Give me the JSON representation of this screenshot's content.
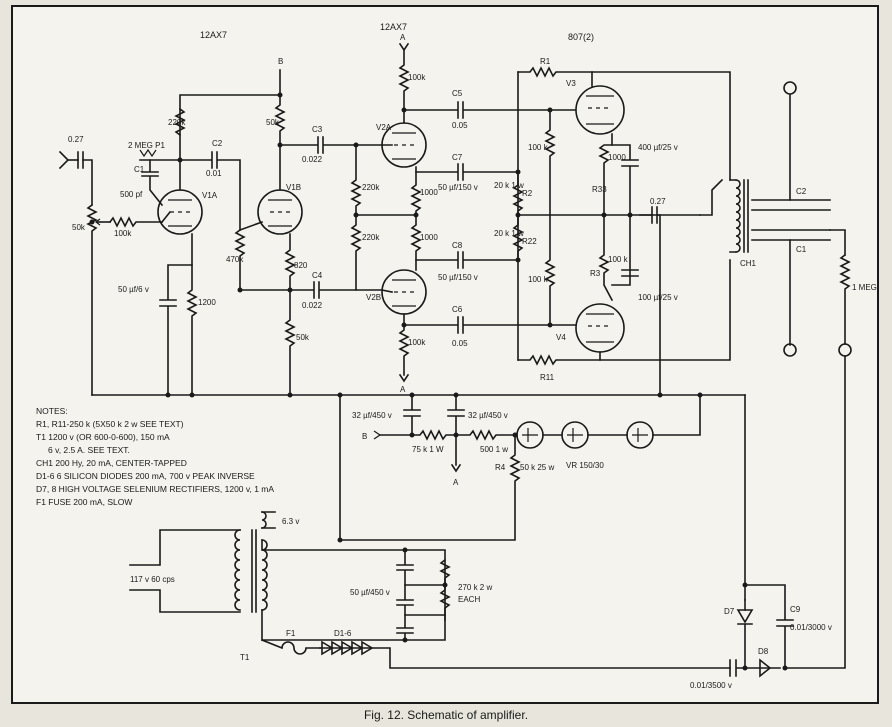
{
  "tubes": {
    "v1_type": "12AX7",
    "v2_type": "12AX7",
    "out_type": "807(2)",
    "v1a": "V1A",
    "v1b": "V1B",
    "v2a": "V2A",
    "v2b": "V2B",
    "v3": "V3",
    "v4": "V4"
  },
  "components": {
    "c_in": "0.27",
    "p1": "2 MEG P1",
    "c1": "C1",
    "c1_val": "500 pf",
    "c2": "C2",
    "c2_val": "0.01",
    "r_50k_in": "50k",
    "r_100k_grid": "100k",
    "r_220k_v1": "220k",
    "r_50k_v1b": "50k",
    "c3": "C3",
    "c3_val": "0.022",
    "r_470k": "470k",
    "r_820": "820",
    "c4": "C4",
    "c4_val": "0.022",
    "r_50k_low": "50k",
    "c_bypass": "50 µf/6 v",
    "r_1200": "1200",
    "r_220k_a": "220k",
    "r_220k_b": "220k",
    "r_1000_a": "1000",
    "r_1000_b": "1000",
    "r_100k_top": "100k",
    "r_100k_bot": "100k",
    "c5": "C5",
    "c5_val": "0.05",
    "c6": "C6",
    "c6_val": "0.05",
    "c7": "C7",
    "c7_val": "50 µf/150 v",
    "c8": "C8",
    "c8_val": "50 µf/150 v",
    "r1": "R1",
    "r11": "R11",
    "r2": "R2",
    "r2_val": "20 k 1 w",
    "r22": "R22",
    "r22_val": "20 k 1 w",
    "r_100k_v3": "100 k",
    "r_100k_v4": "100 k",
    "r33": "R33",
    "r33_val": "1000",
    "r3": "R3",
    "r3_val": "100 k",
    "c_400": "400 µf/25 v",
    "c_100": "100 µf/25 v",
    "c_027_out": "0.27",
    "ch1": "CH1",
    "c2_out": "C2",
    "c1_out": "C1",
    "r_1meg": "1 MEG",
    "c_32a": "32 µf/450 v",
    "c_32b": "32 µf/450 v",
    "r_75k": "75 k 1 W",
    "r_500": "500 1 w",
    "r4": "R4",
    "r4_val": "50 k 25 w",
    "vr": "VR 150/30",
    "node_a": "A",
    "node_b": "B",
    "c_50_450": "50 µf/450 v",
    "r_270k": "270 k 2 w",
    "each": "EACH",
    "v63": "6.3 v",
    "line": "117 v 60 cps",
    "t1": "T1",
    "f1": "F1",
    "d16": "D1-6",
    "d7": "D7",
    "d8": "D8",
    "c9": "C9",
    "c9_val": "0.01/3000 v",
    "c_hv": "0.01/3500 v"
  },
  "notes": [
    "NOTES:",
    "R1, R11-250 k (5X50 k 2 w SEE TEXT)",
    "T1 1200 v (OR 600-0-600), 150 mA",
    "6 v, 2.5 A. SEE TEXT.",
    "CH1 200 Hy, 20 mA, CENTER-TAPPED",
    "D1-6 6 SILICON DIODES 200 mA, 700 v PEAK INVERSE",
    "D7, 8 HIGH VOLTAGE SELENIUM RECTIFIERS, 1200 v, 1 mA",
    "F1 FUSE 200 mA, SLOW"
  ],
  "caption": "Fig. 12. Schematic of amplifier."
}
